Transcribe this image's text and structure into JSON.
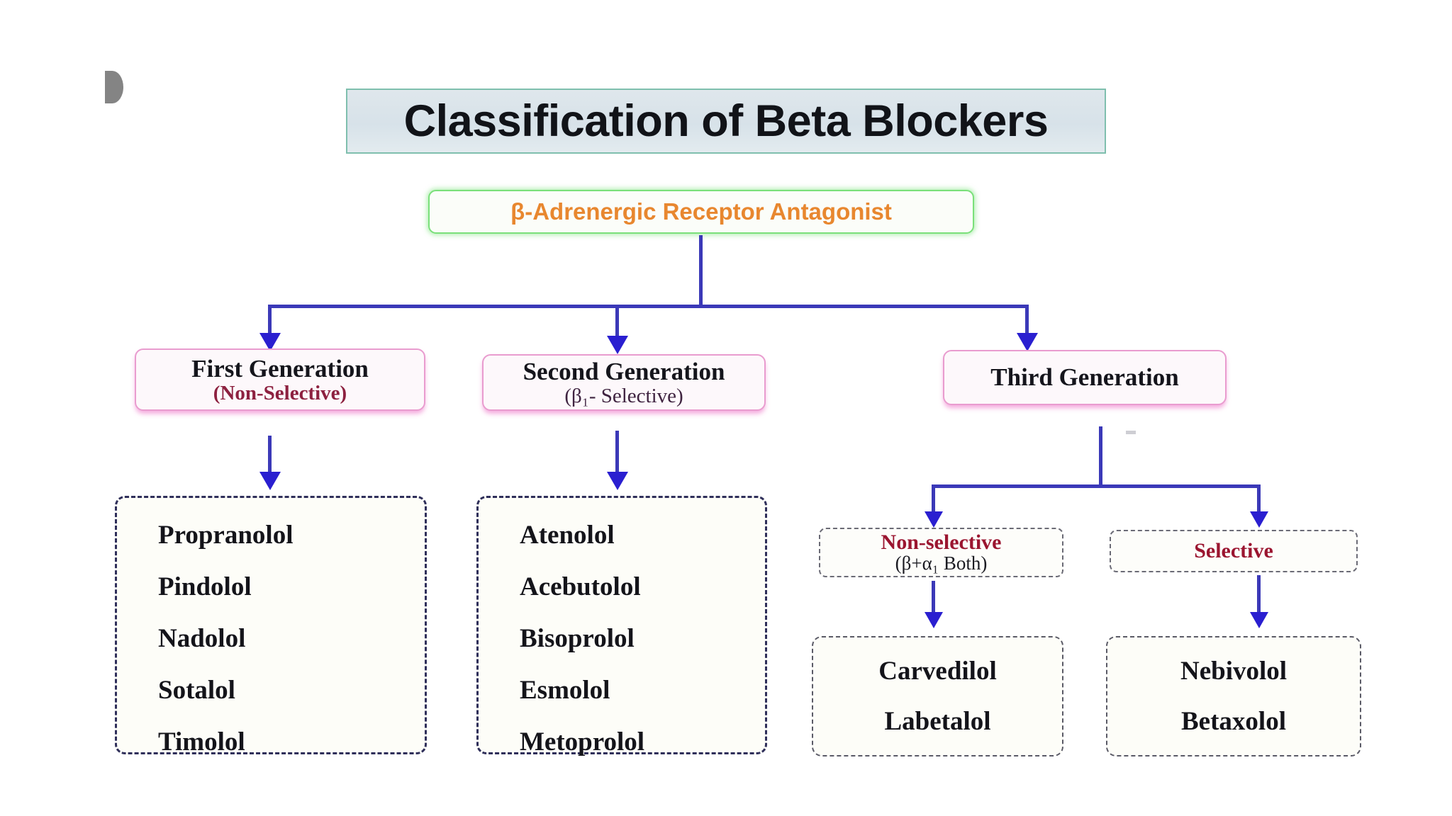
{
  "title": {
    "text": "Classification of Beta Blockers",
    "box_fill": "#dce5ea",
    "box_border": "#7fbfae"
  },
  "root": {
    "label": "β-Adrenergic Receptor Antagonist",
    "text_color": "#e8872f",
    "border_color": "#7ae07a"
  },
  "generations": [
    {
      "name": "first-generation",
      "title": "First Generation",
      "subtitle": "(Non-Selective)",
      "subtitle_color": "#8d2140",
      "border_color": "#e99ccf",
      "drugs": [
        "Propranolol",
        "Pindolol",
        "Nadolol",
        "Sotalol",
        "Timolol"
      ]
    },
    {
      "name": "second-generation",
      "title": "Second Generation",
      "subtitle": "(β₁- Selective)",
      "subtitle_color": "#3f2340",
      "border_color": "#e99ccf",
      "drugs": [
        "Atenolol",
        "Acebutolol",
        "Bisoprolol",
        "Esmolol",
        "Metoprolol"
      ]
    },
    {
      "name": "third-generation",
      "title": "Third Generation",
      "subtitle": "",
      "border_color": "#e99ccf",
      "branches": [
        {
          "name": "non-selective",
          "label": "Non-selective",
          "note": "(β+α₁ Both)",
          "label_color": "#9b1530",
          "drugs": [
            "Carvedilol",
            "Labetalol"
          ]
        },
        {
          "name": "selective",
          "label": "Selective",
          "note": "",
          "label_color": "#9b1530",
          "drugs": [
            "Nebivolol",
            "Betaxolol"
          ]
        }
      ]
    }
  ],
  "connectors": {
    "color": "#3b39b8",
    "arrow_color": "#2a1fd0"
  }
}
